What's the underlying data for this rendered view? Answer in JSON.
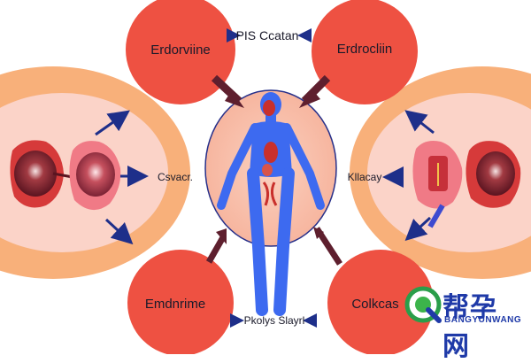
{
  "labels": {
    "top_center": "PIS Ccatan",
    "circle_top_left": "Erdorviine",
    "circle_top_right": "Erdrocliin",
    "circle_bottom_left": "Emdnrime",
    "circle_bottom_right": "Colkcas",
    "left_middle": "Csvacr.",
    "right_middle": "Kllacay",
    "bottom_center": "Pkolys Slayrl"
  },
  "watermark": {
    "chinese": "帮孕网",
    "english": "BANGYUNWANG"
  },
  "colors": {
    "circle_red": "#ee5142",
    "outer_orange": "#f8b07a",
    "inner_pink": "#fbd3c8",
    "body_blue": "#3d6af0",
    "arrow_navy": "#1e2f8a",
    "arrow_maroon": "#5e1f2e",
    "organ_red": "#c9302c"
  }
}
